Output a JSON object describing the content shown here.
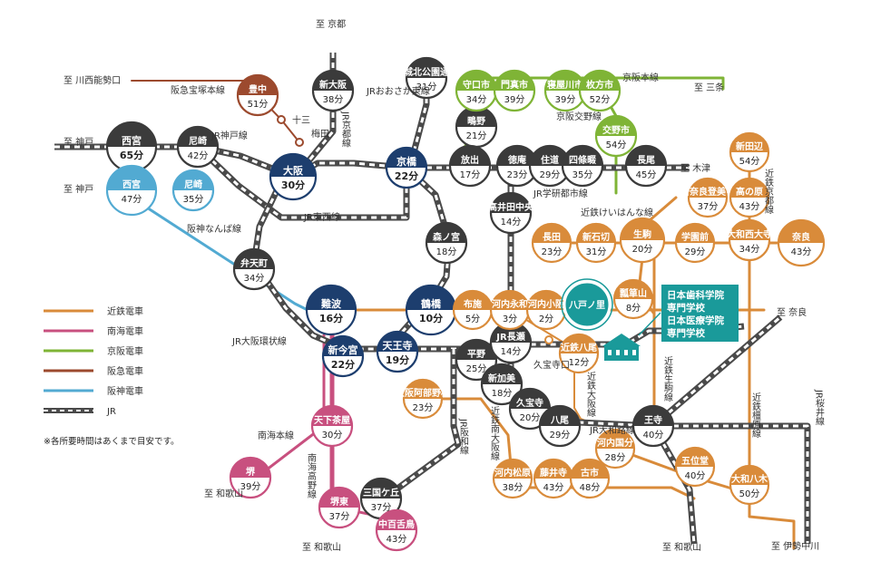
{
  "colors": {
    "kintetsu": "#d98b3a",
    "nankai": "#c8507f",
    "keihan": "#7fb436",
    "hankyu": "#9c4a2e",
    "hanshin": "#52aad2",
    "jr": "#4a4a4a",
    "target": "#1a9a9a",
    "text": "#333333"
  },
  "legend": [
    {
      "key": "kintetsu",
      "label": "近鉄電車"
    },
    {
      "key": "nankai",
      "label": "南海電車"
    },
    {
      "key": "keihan",
      "label": "京阪電車"
    },
    {
      "key": "hankyu",
      "label": "阪急電車"
    },
    {
      "key": "hanshin",
      "label": "阪神電車"
    },
    {
      "key": "jr",
      "label": "JR"
    }
  ],
  "note": "※各所要時間はあくまで目安です。",
  "target_station": "八戸ノ里",
  "schools": [
    "日本歯科学院",
    "専門学校",
    "日本医療学院",
    "専門学校"
  ],
  "stations": [
    {
      "name": "西宮",
      "min": "65分",
      "line": "jr",
      "head": "dark"
    },
    {
      "name": "尼崎",
      "min": "42分",
      "line": "jr",
      "head": "dark"
    },
    {
      "name": "大阪",
      "min": "30分",
      "line": "jr",
      "head": "navy"
    },
    {
      "name": "新大阪",
      "min": "38分",
      "line": "jr",
      "head": "dark"
    },
    {
      "name": "城北公園通",
      "min": "31分",
      "line": "jr",
      "head": "dark"
    },
    {
      "name": "京橋",
      "min": "22分",
      "line": "jr",
      "head": "navy"
    },
    {
      "name": "鴫野",
      "min": "21分",
      "line": "jr",
      "head": "dark"
    },
    {
      "name": "放出",
      "min": "17分",
      "line": "jr",
      "head": "dark"
    },
    {
      "name": "徳庵",
      "min": "23分",
      "line": "jr",
      "head": "dark"
    },
    {
      "name": "住道",
      "min": "29分",
      "line": "jr",
      "head": "dark"
    },
    {
      "name": "四條畷",
      "min": "35分",
      "line": "jr",
      "head": "dark"
    },
    {
      "name": "長尾",
      "min": "45分",
      "line": "jr",
      "head": "dark"
    },
    {
      "name": "高井田中央",
      "min": "14分",
      "line": "jr",
      "head": "dark"
    },
    {
      "name": "森ノ宮",
      "min": "18分",
      "line": "jr",
      "head": "dark"
    },
    {
      "name": "弁天町",
      "min": "34分",
      "line": "jr",
      "head": "dark"
    },
    {
      "name": "難波",
      "min": "16分",
      "line": "kintetsu",
      "head": "navy"
    },
    {
      "name": "鶴橋",
      "min": "10分",
      "line": "kintetsu",
      "head": "navy"
    },
    {
      "name": "新今宮",
      "min": "22分",
      "line": "jr",
      "head": "navy"
    },
    {
      "name": "天王寺",
      "min": "19分",
      "line": "jr",
      "head": "navy"
    },
    {
      "name": "平野",
      "min": "25分",
      "line": "jr",
      "head": "dark"
    },
    {
      "name": "JR長瀬",
      "min": "14分",
      "line": "jr",
      "head": "dark"
    },
    {
      "name": "新加美",
      "min": "18分",
      "line": "jr",
      "head": "dark"
    },
    {
      "name": "久宝寺",
      "min": "20分",
      "line": "jr",
      "head": "dark"
    },
    {
      "name": "八尾",
      "min": "29分",
      "line": "jr",
      "head": "dark"
    },
    {
      "name": "王寺",
      "min": "40分",
      "line": "jr",
      "head": "dark"
    },
    {
      "name": "三国ケ丘",
      "min": "37分",
      "line": "jr",
      "head": "dark"
    },
    {
      "name": "豊中",
      "min": "51分",
      "line": "hankyu",
      "head": "hankyu"
    },
    {
      "name": "西宮",
      "min": "47分",
      "line": "hanshin",
      "head": "hanshin"
    },
    {
      "name": "尼崎",
      "min": "35分",
      "line": "hanshin",
      "head": "hanshin"
    },
    {
      "name": "守口市",
      "min": "34分",
      "line": "keihan",
      "head": "keihan"
    },
    {
      "name": "門真市",
      "min": "39分",
      "line": "keihan",
      "head": "keihan"
    },
    {
      "name": "寝屋川市",
      "min": "39分",
      "line": "keihan",
      "head": "keihan"
    },
    {
      "name": "枚方市",
      "min": "52分",
      "line": "keihan",
      "head": "keihan"
    },
    {
      "name": "交野市",
      "min": "54分",
      "line": "keihan",
      "head": "keihan"
    },
    {
      "name": "天下茶屋",
      "min": "30分",
      "line": "nankai",
      "head": "nankai"
    },
    {
      "name": "堺",
      "min": "39分",
      "line": "nankai",
      "head": "nankai"
    },
    {
      "name": "堺東",
      "min": "37分",
      "line": "nankai",
      "head": "nankai"
    },
    {
      "name": "中百舌鳥",
      "min": "43分",
      "line": "nankai",
      "head": "nankai"
    },
    {
      "name": "布施",
      "min": "5分",
      "line": "kintetsu",
      "head": "kintetsu"
    },
    {
      "name": "河内永和",
      "min": "3分",
      "line": "kintetsu",
      "head": "kintetsu"
    },
    {
      "name": "河内小阪",
      "min": "2分",
      "line": "kintetsu",
      "head": "kintetsu"
    },
    {
      "name": "瓢箪山",
      "min": "8分",
      "line": "kintetsu",
      "head": "kintetsu"
    },
    {
      "name": "生駒",
      "min": "20分",
      "line": "kintetsu",
      "head": "kintetsu"
    },
    {
      "name": "長田",
      "min": "23分",
      "line": "kintetsu",
      "head": "kintetsu"
    },
    {
      "name": "新石切",
      "min": "31分",
      "line": "kintetsu",
      "head": "kintetsu"
    },
    {
      "name": "学研奈良登美ヶ丘",
      "min": "37分",
      "line": "kintetsu",
      "head": "kintetsu"
    },
    {
      "name": "学園前",
      "min": "29分",
      "line": "kintetsu",
      "head": "kintetsu"
    },
    {
      "name": "大和西大寺",
      "min": "34分",
      "line": "kintetsu",
      "head": "kintetsu"
    },
    {
      "name": "奈良",
      "min": "43分",
      "line": "kintetsu",
      "head": "kintetsu"
    },
    {
      "name": "高の原",
      "min": "43分",
      "line": "kintetsu",
      "head": "kintetsu"
    },
    {
      "name": "新田辺",
      "min": "54分",
      "line": "kintetsu",
      "head": "kintetsu"
    },
    {
      "name": "近鉄八尾",
      "min": "12分",
      "line": "kintetsu",
      "head": "kintetsu"
    },
    {
      "name": "大阪阿部野橋",
      "min": "23分",
      "line": "kintetsu",
      "head": "kintetsu"
    },
    {
      "name": "河内松原",
      "min": "38分",
      "line": "kintetsu",
      "head": "kintetsu"
    },
    {
      "name": "藤井寺",
      "min": "43分",
      "line": "kintetsu",
      "head": "kintetsu"
    },
    {
      "name": "古市",
      "min": "48分",
      "line": "kintetsu",
      "head": "kintetsu"
    },
    {
      "name": "河内国分",
      "min": "28分",
      "line": "kintetsu",
      "head": "kintetsu"
    },
    {
      "name": "五位堂",
      "min": "40分",
      "line": "kintetsu",
      "head": "kintetsu"
    },
    {
      "name": "大和八木",
      "min": "50分",
      "line": "kintetsu",
      "head": "kintetsu"
    }
  ],
  "labels": [
    "至 京都",
    "至 川西能勢口",
    "阪急宝塚本線",
    "十三",
    "梅田",
    "JR京都線",
    "JRおおさか東線",
    "京阪本線",
    "至 三条",
    "京阪交野線",
    "至 神戸",
    "JR神戸線",
    "至 木津",
    "JR学研都市線",
    "JR東西線",
    "至 神戸",
    "阪神なんば線",
    "近鉄けいはんな線",
    "近鉄京都線",
    "至 奈良",
    "JR大阪環状線",
    "久宝寺口",
    "近鉄大阪線",
    "近鉄生駒線",
    "JR大和路線",
    "近鉄南大阪線",
    "JR阪和線",
    "南海本線",
    "南海高野線",
    "至 和歌山",
    "至 和歌山",
    "至 和歌山",
    "近鉄橿原線",
    "JR桜井線",
    "至 伊勢中川"
  ]
}
